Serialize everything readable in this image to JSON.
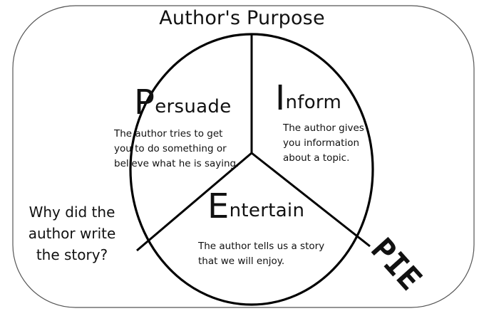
{
  "title": "Author's Purpose",
  "diagram": {
    "type": "pie-diagram",
    "colors": {
      "stroke": "#000000",
      "background": "#ffffff",
      "frame": "#555555"
    },
    "sections": [
      {
        "key": "persuade",
        "initial": "P",
        "rest": "ersuade",
        "label": "Persuade",
        "description_lines": [
          "The author tries to get",
          "you to do something or",
          "believe what he is saying."
        ]
      },
      {
        "key": "inform",
        "initial": "I",
        "rest": "nform",
        "label": "Inform",
        "description_lines": [
          "The author gives",
          "you information",
          "about a topic."
        ]
      },
      {
        "key": "entertain",
        "initial": "E",
        "rest": "ntertain",
        "label": "Entertain",
        "description_lines": [
          "The author tells us a story",
          "that we will enjoy."
        ]
      }
    ]
  },
  "question_lines": [
    "Why did the",
    "author write",
    "the story?"
  ],
  "acronym": "PIE"
}
